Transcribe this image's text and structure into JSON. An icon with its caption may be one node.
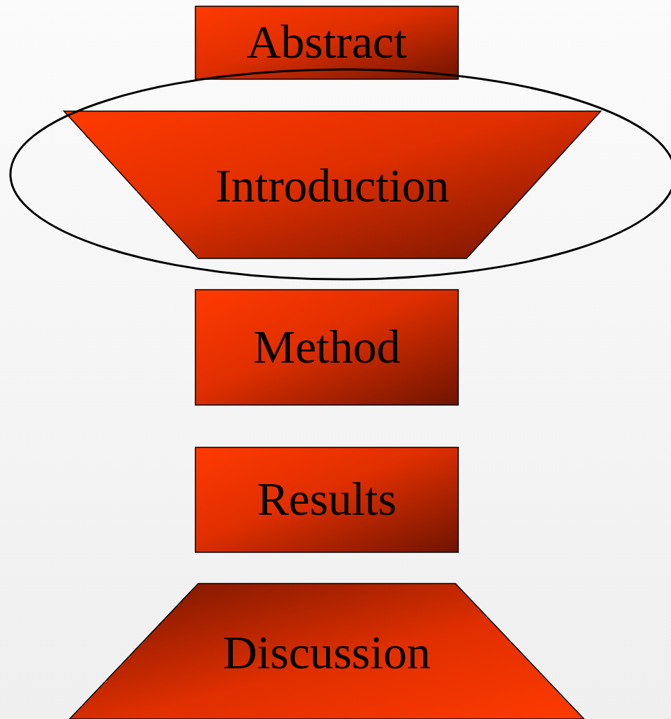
{
  "diagram": {
    "nodes": [
      {
        "text": [
          "Abstract"
        ]
      },
      {
        "text": [
          "Introduction"
        ]
      },
      {
        "text": [
          "Method"
        ]
      },
      {
        "text": [
          "Results"
        ]
      },
      {
        "text": [
          "Discussion"
        ]
      }
    ]
  }
}
